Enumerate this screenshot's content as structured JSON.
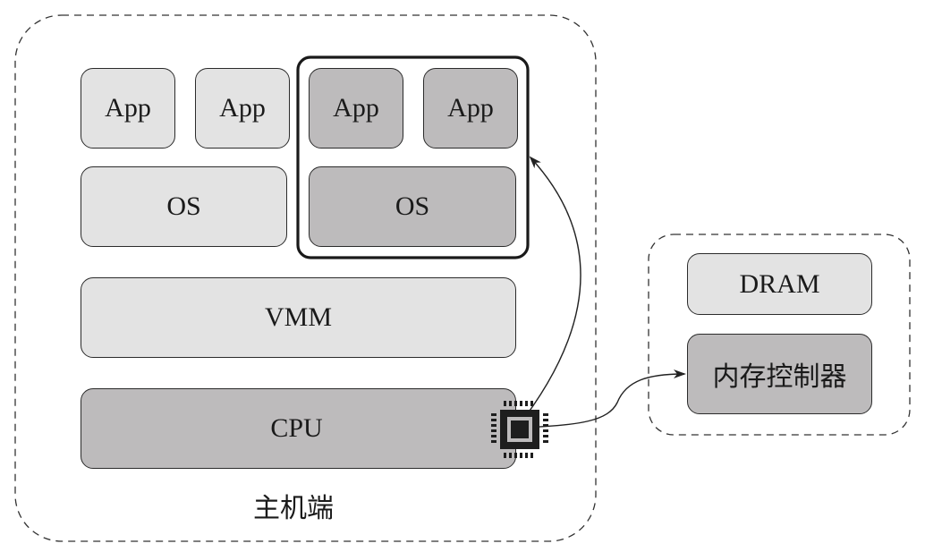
{
  "host": {
    "label": "主机端",
    "apps": [
      "App",
      "App",
      "App",
      "App"
    ],
    "os_left": "OS",
    "os_right": "OS",
    "vmm": "VMM",
    "cpu": "CPU",
    "cpu_icon": "cpu-chip-icon"
  },
  "memory": {
    "dram": "DRAM",
    "controller": "内存控制器"
  },
  "colors": {
    "light_fill": "#e3e3e3",
    "dark_fill": "#bdbbbc",
    "stroke": "#2b2b2b"
  }
}
